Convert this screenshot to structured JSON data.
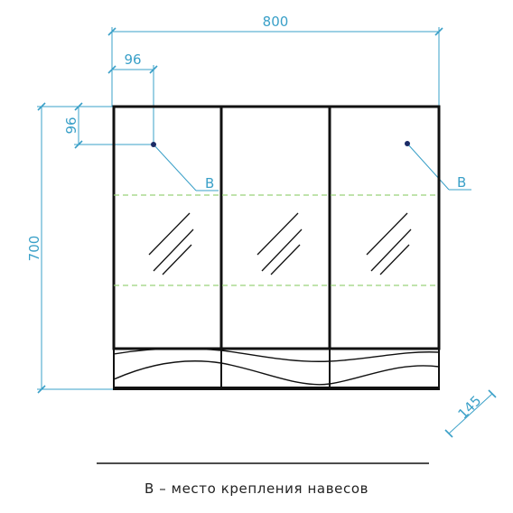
{
  "dimensions": {
    "width": "800",
    "height": "700",
    "depth": "145",
    "offset_horizontal": "96",
    "offset_vertical": "96"
  },
  "markers": {
    "left": "B",
    "right": "B"
  },
  "legend": {
    "text": "B – место крепления навесов"
  },
  "colors": {
    "dimension": "#3aa0c8",
    "outline": "#111111",
    "guide_dashed": "#9ad27a"
  }
}
